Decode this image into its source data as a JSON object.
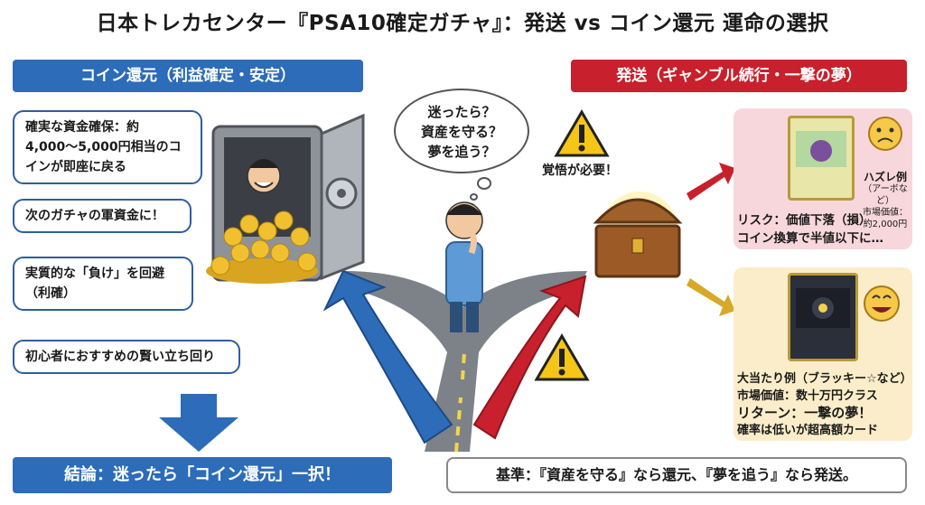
{
  "title": "日本トレカセンター『PSA10確定ガチャ』：発送 vs コイン還元 運命の選択",
  "left": {
    "banner": "コイン還元（利益確定・安定）",
    "bubbles": [
      "確実な資金確保：約4,000〜5,000円相当のコインが即座に戻る",
      "次のガチャの軍資金に！",
      "実質的な「負け」を回避（利確）",
      "初心者におすすめの賢い立ち回り"
    ],
    "conclusion": "結論：迷ったら「コイン還元」一択！"
  },
  "center": {
    "thought": [
      "迷ったら？",
      "資産を守る？",
      "夢を追う？"
    ]
  },
  "right": {
    "banner": "発送（ギャンブル続行・一撃の夢）",
    "warning": "覚悟が必要！",
    "risk": {
      "card_name": "ハズレ例",
      "card_note": "（アーボなど）",
      "price_label": "市場価値：",
      "price": "約2,000円",
      "line1": "リスク：価値下落（損）",
      "line2": "コイン換算で半値以下に…"
    },
    "return": {
      "line1": "大当たり例（ブラッキー☆など）",
      "line2": "市場価値：数十万円クラス",
      "line3": "リターン：一撃の夢！",
      "line4": "確率は低いが超高額カード"
    }
  },
  "criteria": "基準：『資産を守る』なら還元、『夢を追う』なら発送。",
  "colors": {
    "blue": "#2c6cb8",
    "red": "#c8202c",
    "gold": "#e0b030"
  },
  "icons": [
    "vault-icon",
    "coins-icon",
    "person-thinking-icon",
    "warning-icon",
    "treasure-chest-icon",
    "sad-face-icon",
    "happy-face-icon",
    "down-arrow-icon"
  ]
}
